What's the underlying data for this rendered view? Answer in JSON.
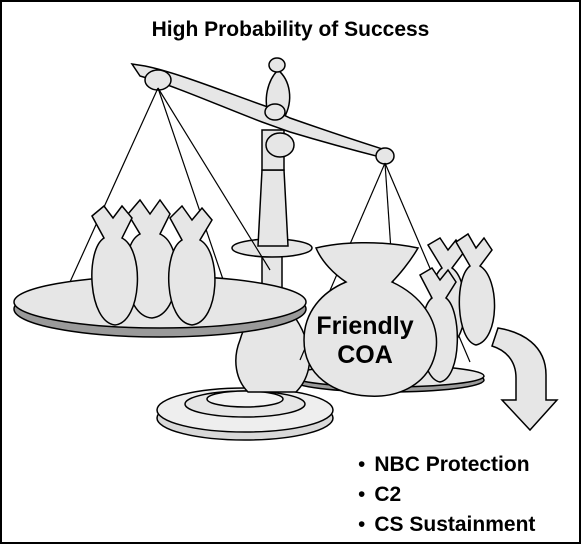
{
  "title": "High Probability of Success",
  "bag_label": {
    "line1": "Friendly",
    "line2": "COA"
  },
  "factors": [
    "NBC Protection",
    "C2",
    "CS Sustainment"
  ],
  "colors": {
    "fill": "#e6e6e6",
    "pan_dark": "#9a9a9a",
    "stroke": "#000000"
  }
}
